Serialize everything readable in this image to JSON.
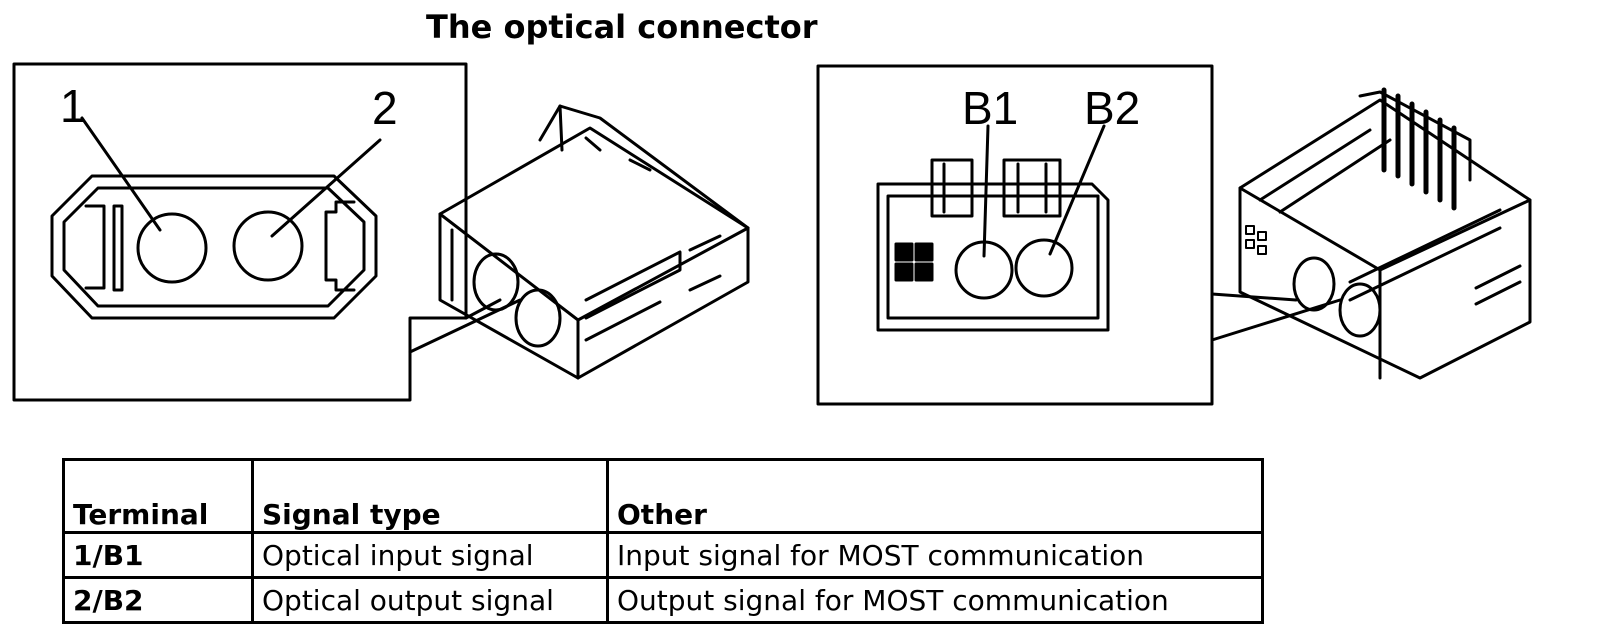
{
  "title": "The optical connector",
  "diagram": {
    "left_labels": [
      "1",
      "2"
    ],
    "right_labels": [
      "B1",
      "B2"
    ]
  },
  "table": {
    "headers": [
      "Terminal",
      "Signal type",
      "Other"
    ],
    "rows": [
      [
        "1/B1",
        "Optical input signal",
        "Input signal for MOST communication"
      ],
      [
        "2/B2",
        "Optical output signal",
        "Output signal for MOST communication"
      ]
    ]
  }
}
